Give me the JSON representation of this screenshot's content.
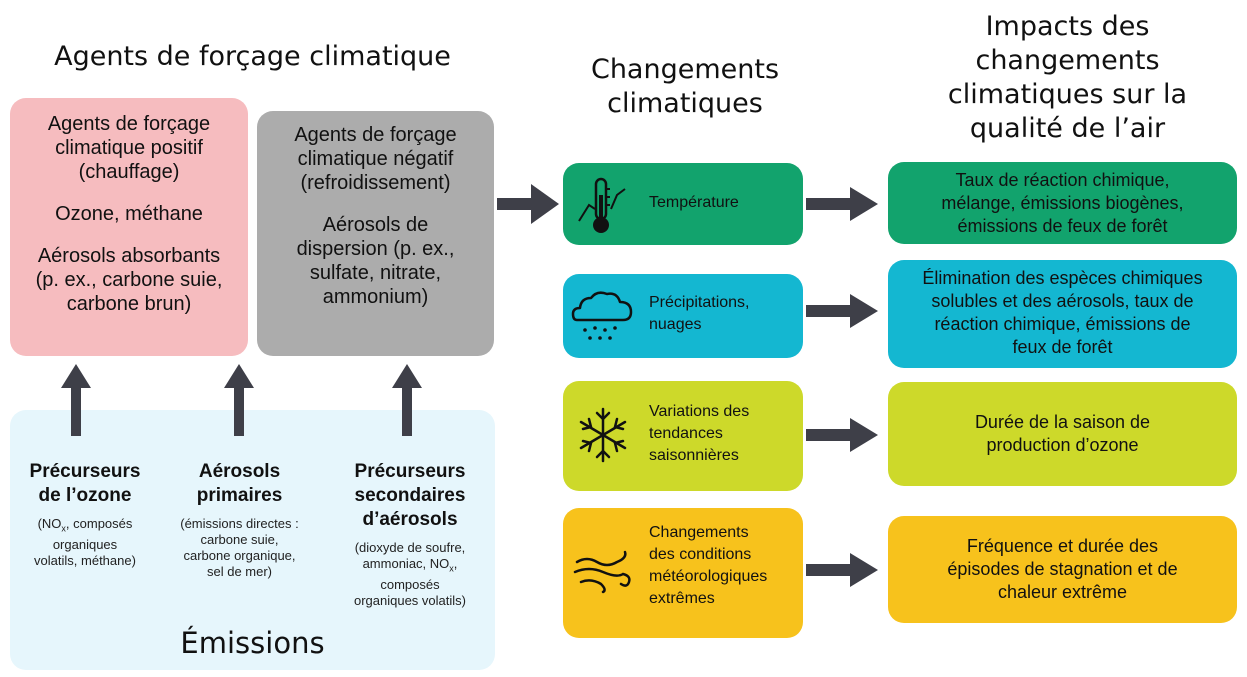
{
  "headers": {
    "agents": "Agents de forçage climatique",
    "changes": [
      "Changements",
      "climatiques"
    ],
    "impacts": [
      "Impacts des",
      "changements",
      "climatiques sur la",
      "qualité de l’air"
    ]
  },
  "positive_box": {
    "title": [
      "Agents de forçage",
      "climatique positif",
      "(chauffage)"
    ],
    "line2": "Ozone, méthane",
    "line3": [
      "Aérosols absorbants",
      "(p. ex., carbone suie,",
      "carbone brun)"
    ],
    "color": "#f6bcbf"
  },
  "negative_box": {
    "title": [
      "Agents de forçage",
      "climatique négatif",
      "(refroidissement)"
    ],
    "line2": [
      "Aérosols de",
      "dispersion (p. ex.,",
      "sulfate, nitrate,",
      "ammonium)"
    ],
    "color": "#acacac"
  },
  "emissions": {
    "label": "Émissions",
    "color": "#e6f6fc",
    "col1": {
      "title": [
        "Précurseurs",
        "de l’ozone"
      ],
      "sub_before": "(NO",
      "sub_sub": "x",
      "sub_after": ", composés",
      "sub_rest": [
        "organiques",
        "volatils, méthane)"
      ]
    },
    "col2": {
      "title": [
        "Aérosols",
        "primaires"
      ],
      "sub": [
        "(émissions directes :",
        "carbone suie,",
        "carbone organique,",
        "sel de mer)"
      ]
    },
    "col3": {
      "title": [
        "Précurseurs",
        "secondaires",
        "d’aérosols"
      ],
      "sub1": [
        "dioxyde de soufre,"
      ],
      "sub2_before": "ammoniac, NO",
      "sub2_sub": "x",
      "sub2_after": ",",
      "sub_rest": [
        "composés",
        "organiques volatils)"
      ],
      "sub_open": "("
    }
  },
  "changes": [
    {
      "label": [
        "Température"
      ],
      "icon": "thermometer-icon",
      "color": "#12a36d"
    },
    {
      "label": [
        "Précipitations,",
        "nuages"
      ],
      "icon": "rain-cloud-icon",
      "color": "#14b7d1"
    },
    {
      "label": [
        "Variations des",
        "tendances",
        "saisonnières"
      ],
      "icon": "snowflake-icon",
      "color": "#cdd92a"
    },
    {
      "label": [
        "Changements",
        "des conditions",
        "météorologiques",
        "extrêmes"
      ],
      "icon": "wind-icon",
      "color": "#f7c21c"
    }
  ],
  "impacts": [
    {
      "text": [
        "Taux de réaction chimique,",
        "mélange, émissions biogènes,",
        "émissions de feux de forêt"
      ],
      "color": "#12a36d"
    },
    {
      "text": [
        "Élimination des espèces chimiques",
        "solubles et des aérosols, taux de",
        "réaction chimique, émissions de",
        "feux de forêt"
      ],
      "color": "#14b7d1"
    },
    {
      "text": [
        "Durée de la saison de",
        "production d’ozone"
      ],
      "color": "#cdd92a"
    },
    {
      "text": [
        "Fréquence et durée des",
        "épisodes de stagnation et de",
        "chaleur extrême"
      ],
      "color": "#f7c21c"
    }
  ],
  "arrow_color": "#3e3f48"
}
